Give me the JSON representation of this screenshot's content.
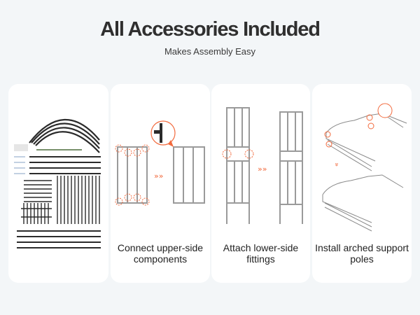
{
  "header": {
    "title": "All Accessories Included",
    "subtitle": "Makes Assembly Easy"
  },
  "cards": [
    {
      "label": "",
      "image": "accessory-parts-kit"
    },
    {
      "label": "Connect upper-side components",
      "image": "upper-side-assembly-diagram"
    },
    {
      "label": "Attach lower-side fittings",
      "image": "lower-side-fittings-diagram"
    },
    {
      "label": "Install arched support poles",
      "image": "arched-poles-diagram"
    }
  ],
  "colors": {
    "background": "#f3f6f8",
    "card": "#ffffff",
    "accent": "#f26a3d",
    "frame": "#9a9a9a",
    "parts": "#2b2b2b"
  }
}
